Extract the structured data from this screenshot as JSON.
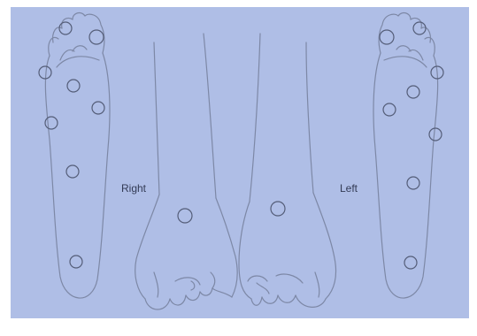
{
  "labels": {
    "right": "Right",
    "left": "Left"
  },
  "colors": {
    "background": "#afbee6",
    "line": "#7d88a6",
    "marker": "#545d78",
    "text": "#333b55"
  },
  "icons": {
    "right-sole": "foot-sole-outline-icon",
    "right-foot-front": "foot-front-outline-icon",
    "left-foot-front": "foot-front-outline-icon",
    "left-sole": "foot-sole-outline-icon",
    "marker": "circle-marker"
  }
}
